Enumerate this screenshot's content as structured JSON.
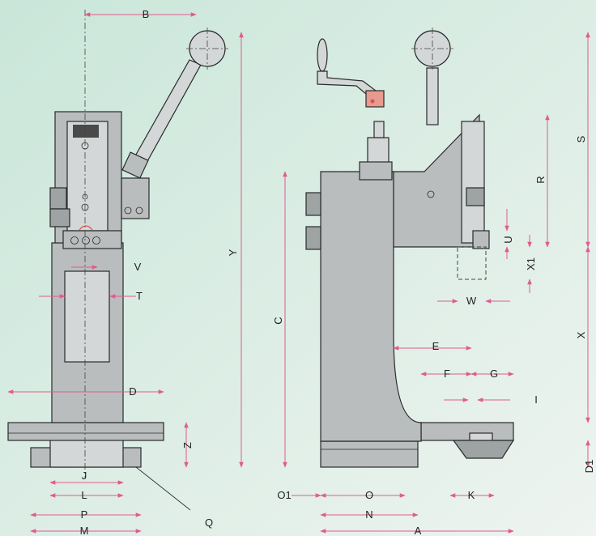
{
  "colors": {
    "background_top": "#d6ebe2",
    "background_bottom": "#e9f2ed",
    "dimension": "#e05b8f",
    "body": "#b9bdbe",
    "accent": "#d9534f"
  },
  "labels": {
    "A": "A",
    "B": "B",
    "C": "C",
    "D": "D",
    "D1": "D1",
    "E": "E",
    "F": "F",
    "G": "G",
    "I": "I",
    "J": "J",
    "K": "K",
    "L": "L",
    "M": "M",
    "N": "N",
    "O": "O",
    "O1": "O1",
    "P": "P",
    "Q": "Q",
    "R": "R",
    "S": "S",
    "T": "T",
    "U": "U",
    "V": "V",
    "W": "W",
    "X": "X",
    "X1": "X1",
    "Y": "Y",
    "Z": "Z"
  }
}
